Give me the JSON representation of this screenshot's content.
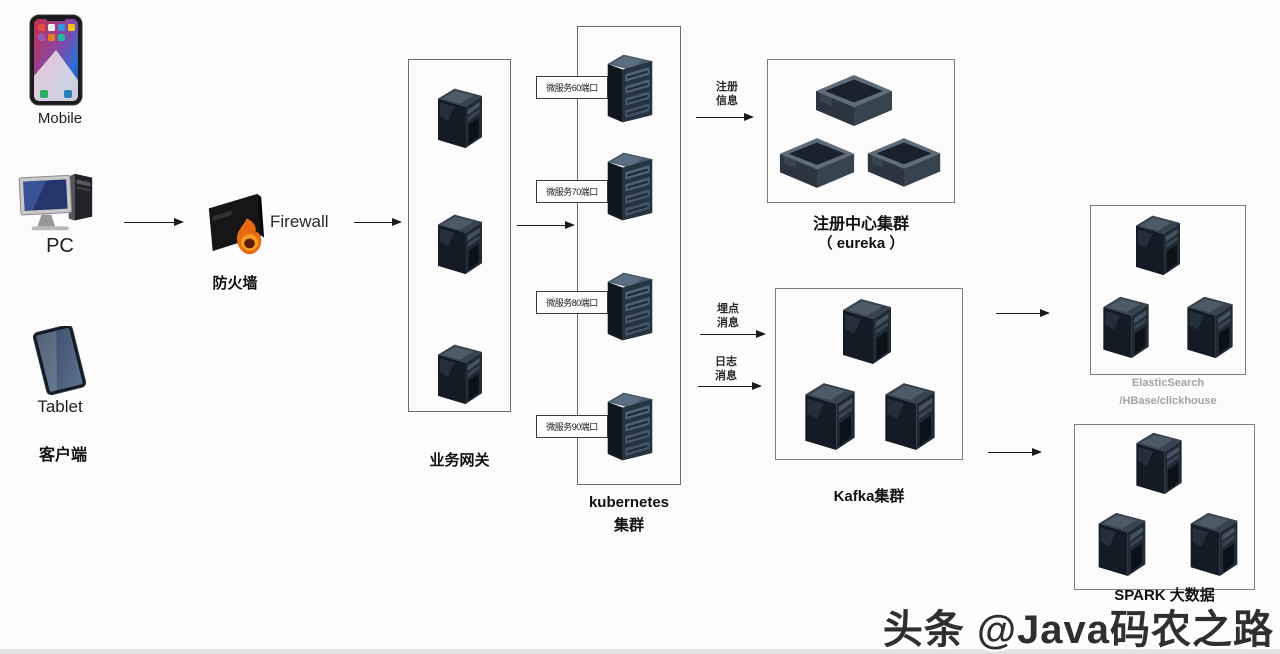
{
  "clients": {
    "mobile_label": "Mobile",
    "pc_label": "PC",
    "tablet_label": "Tablet",
    "group_label": "客户端"
  },
  "firewall": {
    "name": "Firewall",
    "label": "防火墙"
  },
  "gateway": {
    "label": "业务网关"
  },
  "kubernetes": {
    "label_line1": "kubernetes",
    "label_line2": "集群",
    "ports": [
      "微服务60端口",
      "微服务70端口",
      "微服务80端口",
      "微服务90端口"
    ]
  },
  "eureka": {
    "label_line1": "注册中心集群",
    "label_line2": "（ eureka ）"
  },
  "kafka": {
    "label": "Kafka集群"
  },
  "elasticsearch": {
    "label_line1": "ElasticSearch",
    "label_line2": "/HBase/clickhouse"
  },
  "spark": {
    "label": "SPARK 大数据"
  },
  "edges": {
    "register": {
      "line1": "注册",
      "line2": "信息"
    },
    "tracking": {
      "line1": "埋点",
      "line2": "消息"
    },
    "logs": {
      "line1": "日志",
      "line2": "消息"
    }
  },
  "watermark": "头条 @Java码农之路",
  "colors": {
    "background": "#fcfcfc",
    "box_border": "#7d7d7d",
    "arrow_color": "#1a1a1a",
    "text_color": "#111111",
    "muted_text": "#a3a3a3",
    "flame_orange": "#e86a10"
  }
}
